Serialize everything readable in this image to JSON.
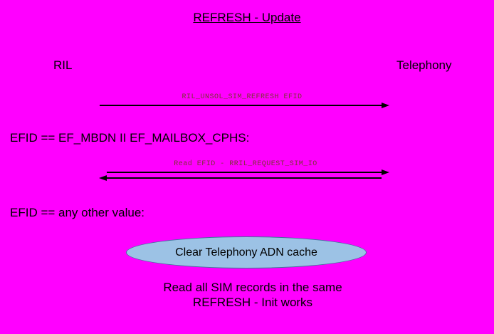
{
  "colors": {
    "background": "#ff00ff",
    "ellipse_fill": "#9cc2e5",
    "ellipse_border": "#41719c",
    "arrow_label_text": "#7a3535",
    "text": "#000000"
  },
  "title": "REFRESH - Update",
  "actors": {
    "left": "RIL",
    "right": "Telephony"
  },
  "messages": [
    {
      "label": "RIL_UNSOL_SIM_REFRESH EFID",
      "direction": "left-to-right"
    },
    {
      "label": "Read EFID - RRIL_REQUEST_SIM_IO",
      "direction": "bidirectional"
    }
  ],
  "conditions": {
    "first": "EFID == EF_MBDN II EF_MAILBOX_CPHS:",
    "second": "EFID == any other value:"
  },
  "ellipse": {
    "label": "Clear Telephony ADN cache"
  },
  "note": {
    "line1": "Read all SIM records in the same",
    "line2": "REFRESH - Init works"
  }
}
